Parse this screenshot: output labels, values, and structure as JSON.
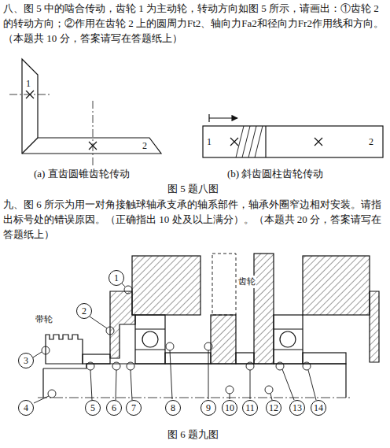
{
  "diagram": {
    "nodes": [
      {
        "text": [
          "1"
        ]
      },
      {
        "text": [
          "2"
        ]
      },
      {
        "text": [
          "3"
        ]
      },
      {
        "text": [
          "4"
        ]
      },
      {
        "text": [
          "5"
        ]
      },
      {
        "text": [
          "6"
        ]
      },
      {
        "text": [
          "7"
        ]
      },
      {
        "text": [
          "8"
        ]
      },
      {
        "text": [
          "9"
        ]
      },
      {
        "text": [
          "10"
        ]
      },
      {
        "text": [
          "11"
        ]
      },
      {
        "text": [
          "12"
        ]
      },
      {
        "text": [
          "13"
        ]
      },
      {
        "text": [
          "14"
        ]
      }
    ],
    "labels": [
      "八、图 5 中的啮合传动，齿轮 1 为主动轮，转动方向如图 5 所示，请画出：①齿轮 2 的转动方向；②作用在齿轮 2 上的圆周力Ft2、轴向力Fa2和径向力Fr2作用线和方向。（本题共 10 分，答案请写在答题纸上）",
      "1",
      "2",
      "(a) 直齿圆锥齿轮传动",
      "1",
      "2",
      "(b) 斜齿圆柱齿轮传动",
      "图 5 题八图",
      "九、图 6 所示为用一对角接触球轴承支承的轴系部件，轴承外圈窄边相对安装。请指出标号处的错误原因。（正确指出 10 处及以上满分）。（本题共 20 分，答案请写在答题纸上）",
      "带轮",
      "齿轮",
      "图 6 题九图"
    ]
  }
}
